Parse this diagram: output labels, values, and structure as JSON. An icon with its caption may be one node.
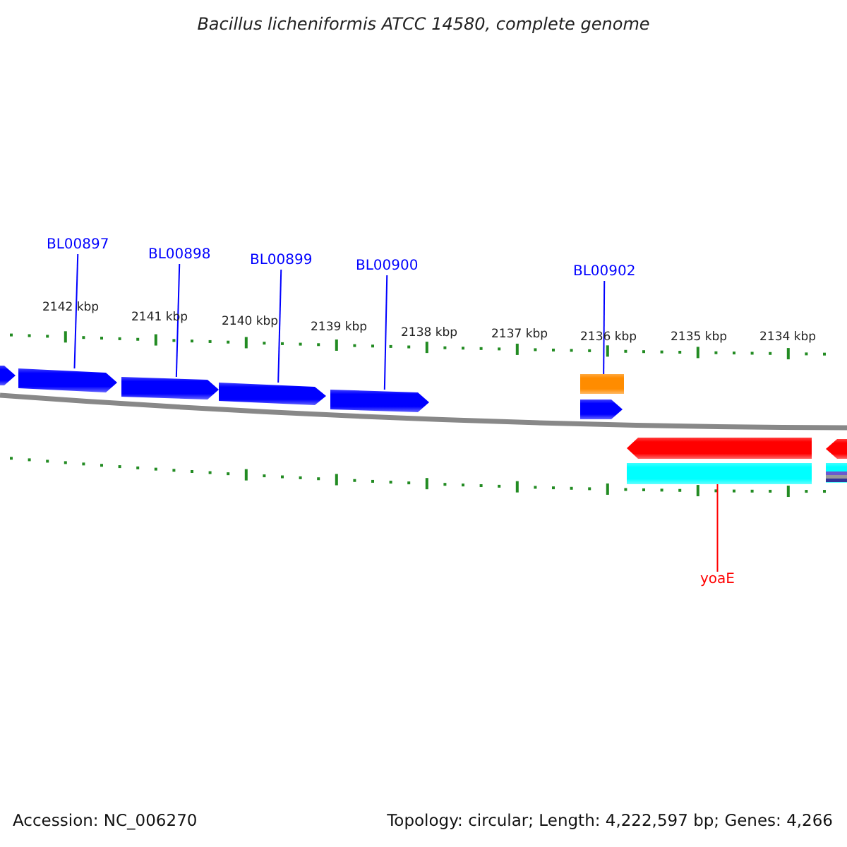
{
  "diagram": {
    "title": "Bacillus licheniformis ATCC 14580, complete genome",
    "nodes": [
      {
        "text": [
          "BL00897"
        ]
      },
      {
        "text": [
          "BL00898"
        ]
      },
      {
        "text": [
          "BL00899"
        ]
      },
      {
        "text": [
          "BL00900"
        ]
      },
      {
        "text": [
          "BL00902"
        ]
      },
      {
        "text": [
          "yoaE"
        ]
      },
      {
        "text": [],
        "shape": "arrow"
      },
      {
        "text": [],
        "shape": "arrow"
      },
      {
        "text": [],
        "shape": "arrow"
      },
      {
        "text": [],
        "shape": "arrow"
      },
      {
        "text": [],
        "shape": "arrow"
      },
      {
        "text": [],
        "shape": "bar"
      },
      {
        "text": [],
        "shape": "arrow"
      },
      {
        "text": [],
        "shape": "arrow"
      },
      {
        "text": [],
        "shape": "arrow"
      },
      {
        "text": [],
        "shape": "bar"
      },
      {
        "text": [],
        "shape": "bar"
      }
    ],
    "edges": [
      {
        "from": 0,
        "to": 7,
        "arrow": "none"
      },
      {
        "from": 1,
        "to": 8,
        "arrow": "none"
      },
      {
        "from": 2,
        "to": 9,
        "arrow": "none"
      },
      {
        "from": 3,
        "to": 10,
        "arrow": "none"
      },
      {
        "from": 4,
        "to": 11,
        "arrow": "none"
      },
      {
        "from": 5,
        "to": 15,
        "arrow": "none",
        "color": "#ff0000"
      }
    ],
    "labels": [
      "2142 kbp",
      "2141 kbp",
      "2140 kbp",
      "2139 kbp",
      "2138 kbp",
      "2137 kbp",
      "2136 kbp",
      "2135 kbp",
      "2134 kbp",
      "Accession: NC_006270",
      "Topology: circular; Length: 4,222,597 bp; Genes: 4,266"
    ]
  }
}
